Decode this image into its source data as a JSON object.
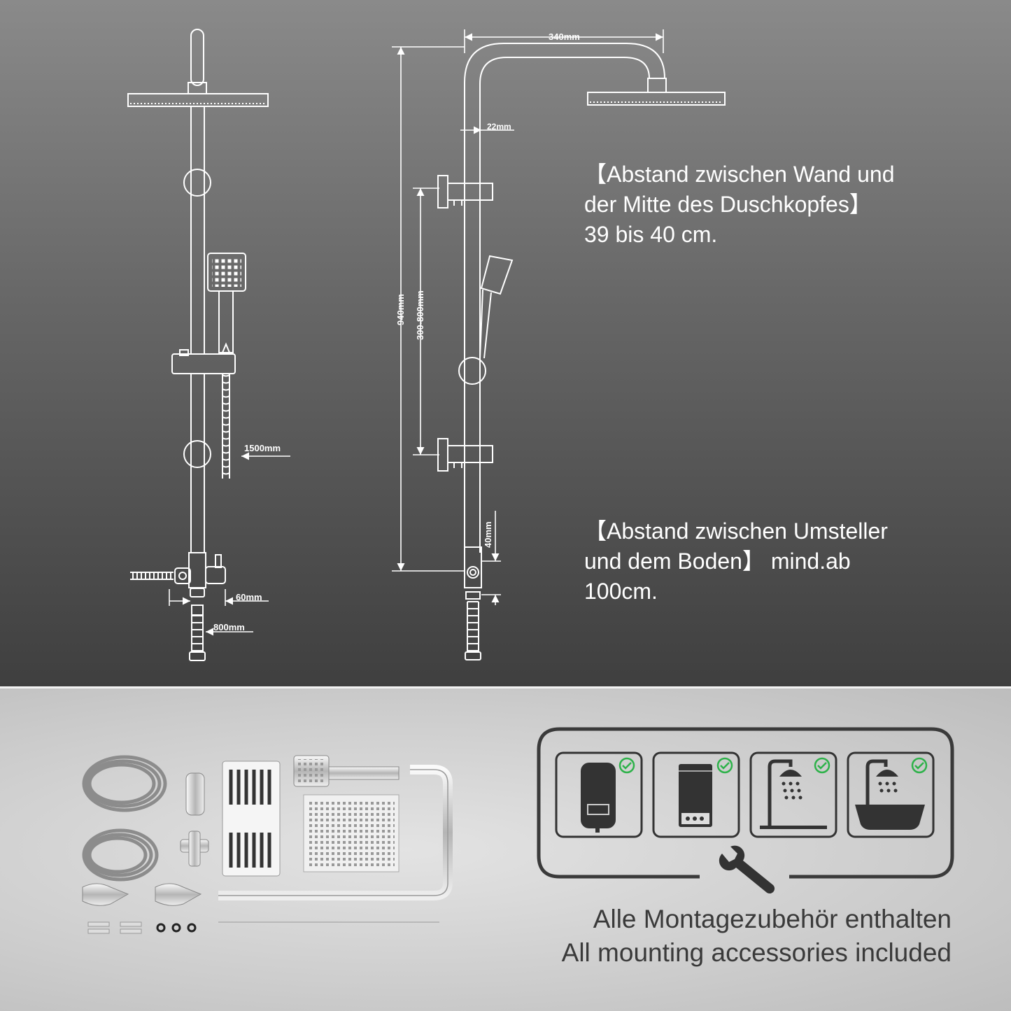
{
  "dimensions": {
    "arm_length": "340mm",
    "pipe_diameter": "22mm",
    "total_height": "940mm",
    "adjust_range": "300-800mm",
    "hose_long": "1500mm",
    "diverter_width": "60mm",
    "hose_short": "800mm",
    "diverter_height": "40mm"
  },
  "notes": {
    "head_distance": {
      "line1": "【Abstand zwischen Wand und",
      "line2": "der Mitte des Duschkopfes】",
      "line3": "39 bis 40 cm."
    },
    "diverter_distance": {
      "line1": "【Abstand zwischen Umsteller",
      "line2": "und dem Boden】 mind.ab",
      "line3": "100cm."
    }
  },
  "accessories": {
    "caption_de": "Alle Montagezubehör enthalten",
    "caption_en": "All mounting accessories included",
    "compatible_icons": [
      "water-heater-icon",
      "tankless-heater-icon",
      "shower-icon",
      "bathtub-icon"
    ],
    "check_color": "#2eb24a"
  },
  "colors": {
    "line": "#ffffff",
    "caption": "#3a3a3a",
    "icon_dark": "#333333"
  }
}
